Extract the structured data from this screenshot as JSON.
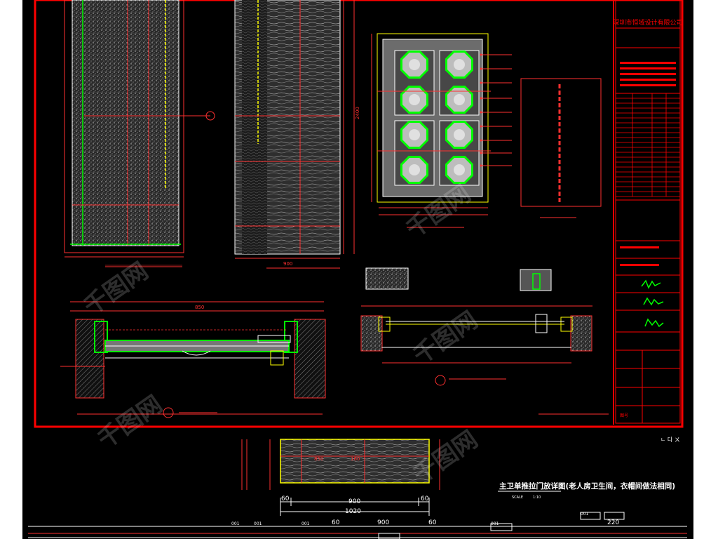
{
  "colors": {
    "page": "#ffffff",
    "canvas": "#000000",
    "frame": "#ff0000",
    "dim": "#ff3030",
    "green": "#00ff00",
    "white": "#ffffff",
    "yellow": "#ffff00",
    "grey": "#9a9a9a",
    "magenta": "#ff40ff",
    "cyan": "#00ffff"
  },
  "drawing": {
    "title": "主卫单推拉门放详图(老人房卫生间，衣帽间做法相同)",
    "scale_label": "SCALE",
    "scale_value": "1:10",
    "corner_mark": "ㄴ 다 ㄨ"
  },
  "dimensions": {
    "height_2400": "2400",
    "door_width_900": "900",
    "section_top_850": "850",
    "bottom_60_left": "60",
    "bottom_900": "900",
    "bottom_1020": "1020",
    "bottom_60_right": "60",
    "row2_60": "60",
    "row2_900": "900",
    "row2_60b": "60",
    "row2_220": "220",
    "strip_850": "850",
    "strip_160": "160"
  },
  "title_block": {
    "company": "深圳市恒域设计有限公司",
    "drawing_no_label": "图号"
  },
  "callout_tags": [
    "001",
    "001",
    "001",
    "001",
    "001"
  ],
  "watermark": "千图网"
}
